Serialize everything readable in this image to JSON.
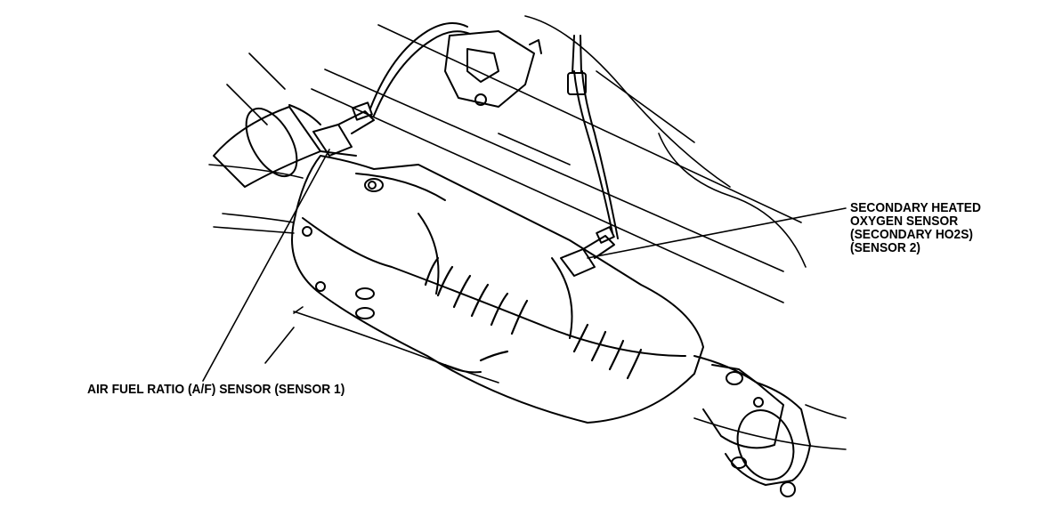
{
  "labels": {
    "secondary_sensor": [
      "SECONDARY HEATED",
      "OXYGEN SENSOR",
      "(SECONDARY HO2S)",
      "(SENSOR 2)"
    ],
    "af_sensor": "AIR FUEL RATIO (A/F) SENSOR (SENSOR 1)"
  },
  "colors": {
    "line": "#000000",
    "background": "#ffffff"
  }
}
